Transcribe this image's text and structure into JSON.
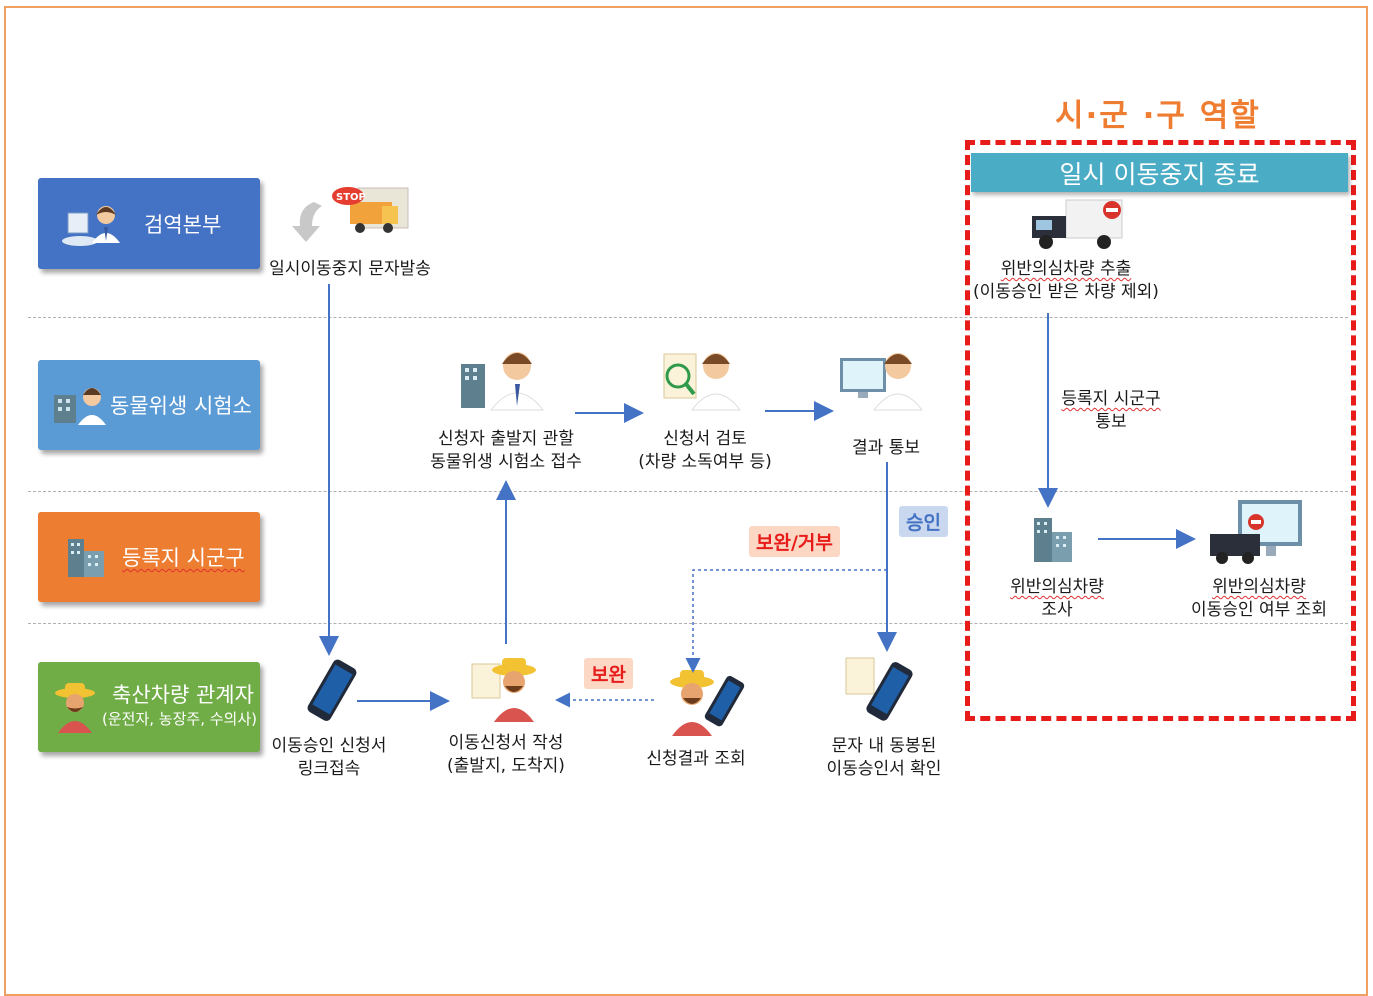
{
  "role": {
    "title": "시·군 ·구 역할",
    "banner": "일시 이동중지 종료"
  },
  "actors": {
    "quarantine": "검역본부",
    "lab": "동물위생 시험소",
    "registry": "등록지 시군구",
    "stakeholder": {
      "name": "축산차량 관계자",
      "detail": "(운전자, 농장주, 수의사)"
    }
  },
  "steps": {
    "sms_send": "일시이동중지 문자발송",
    "apply_receive": [
      "신청자 출발지 관할",
      "동물위생 시험소 접수"
    ],
    "review": [
      "신청서 검토",
      "(차량 소독여부 등)"
    ],
    "result_notice": "결과 통보",
    "link_access": [
      "이동승인 신청서",
      "링크접속"
    ],
    "write_app": [
      "이동신청서 작성",
      "(출발지, 도착지)"
    ],
    "check_result": "신청결과 조회",
    "confirm_sms": [
      "문자 내 동봉된",
      "이동승인서 확인"
    ],
    "extract": [
      "위반의심차량 추출",
      "(이동승인 받은 차량 제외)"
    ],
    "notify_registry": [
      "등록지 시군구",
      "통보"
    ],
    "investigate": [
      "위반의심차량",
      "조사"
    ],
    "lookup": [
      "위반의심차량",
      "이동승인 여부 조회"
    ]
  },
  "tags": {
    "supplement_reject": "보완/거부",
    "approve": "승인",
    "supplement": "보완"
  },
  "colors": {
    "quarantine": "#4472c4",
    "lab": "#5b9bd5",
    "registry": "#ed7d31",
    "stakeholder": "#70ad47",
    "accent": "#ef7d31",
    "alert": "#e81b1b",
    "banner": "#4bacc6",
    "arrow": "#4472c4"
  }
}
